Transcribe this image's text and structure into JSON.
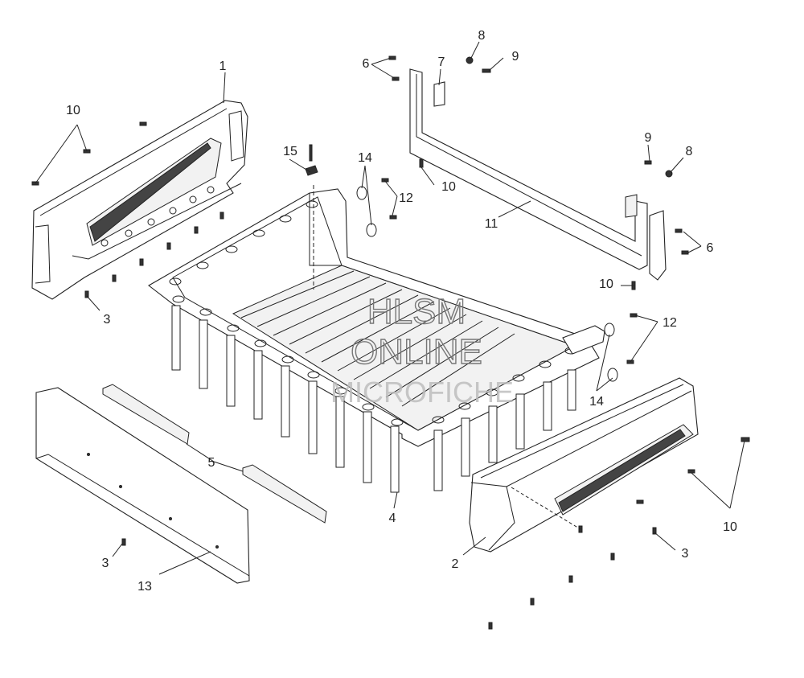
{
  "diagram": {
    "callouts": {
      "c1": "1",
      "c2": "2",
      "c3a": "3",
      "c3b": "3",
      "c3c": "3",
      "c4": "4",
      "c5": "5",
      "c6a": "6",
      "c6b": "6",
      "c7": "7",
      "c8a": "8",
      "c8b": "8",
      "c9a": "9",
      "c9b": "9",
      "c10a": "10",
      "c10b": "10",
      "c10c": "10",
      "c10d": "10",
      "c11": "11",
      "c12a": "12",
      "c12b": "12",
      "c13": "13",
      "c14a": "14",
      "c14b": "14",
      "c15": "15"
    },
    "watermark": {
      "line1": "HLSM",
      "line2": "ONLINE",
      "line3": "MICROFICHE"
    }
  }
}
